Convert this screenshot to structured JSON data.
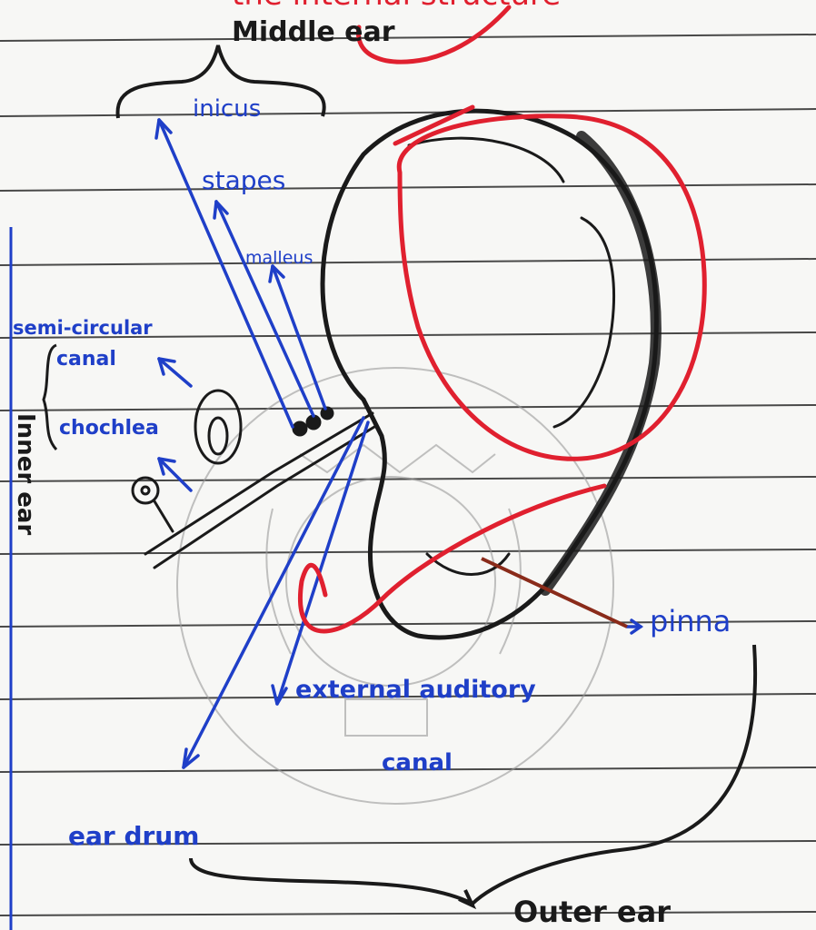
{
  "title_partial": "the internal structure",
  "labels": {
    "middle_ear": "Middle ear",
    "incus": "inicus",
    "stapes": "stapes",
    "malleus": "malleus",
    "semicircular_canal_line1": "semi-circular",
    "semicircular_canal_line2": "canal",
    "cochlea": "chochlea",
    "inner_ear": "Inner ear",
    "pinna": "pinna",
    "external_auditory_canal_line1": "external auditory",
    "external_auditory_canal_line2": "canal",
    "ear_drum": "ear drum",
    "outer_ear": "Outer ear"
  },
  "colors": {
    "ink_blue": "#1f3fc8",
    "ink_black": "#1a1a1a",
    "red_marker": "#e0202f",
    "ruled_line": "#2b2b2b",
    "margin_line": "#1f3fc8",
    "paper": "#f7f7f5"
  }
}
